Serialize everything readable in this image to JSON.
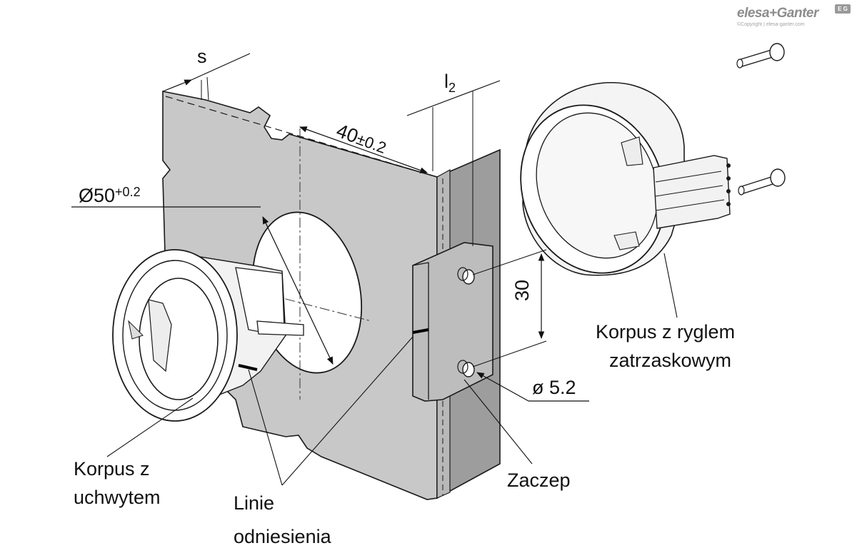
{
  "logo": {
    "brand": "elesa+Ganter",
    "copyright": "©Copyright | elesa-ganter.com",
    "badge": "E G"
  },
  "dimensions": {
    "s": "s",
    "l2": "l",
    "l2_sub": "2",
    "width": "40",
    "width_tol": "±0.2",
    "diameter": "Ø50",
    "diameter_tol": "+0.2",
    "spacing": "30",
    "hole": "ø 5.2"
  },
  "labels": {
    "handle_body_line1": "Korpus z",
    "handle_body_line2": "uchwytem",
    "reference_lines_line1": "Linie",
    "reference_lines_line2": "odniesienia",
    "striker": "Zaczep",
    "latch_body_line1": "Korpus z ryglem",
    "latch_body_line2": "zatrzaskowym"
  },
  "colors": {
    "panel": "#c9c9c9",
    "frame": "#9d9d9d",
    "outline": "#1a1a1a",
    "part_fill": "#ffffff"
  }
}
